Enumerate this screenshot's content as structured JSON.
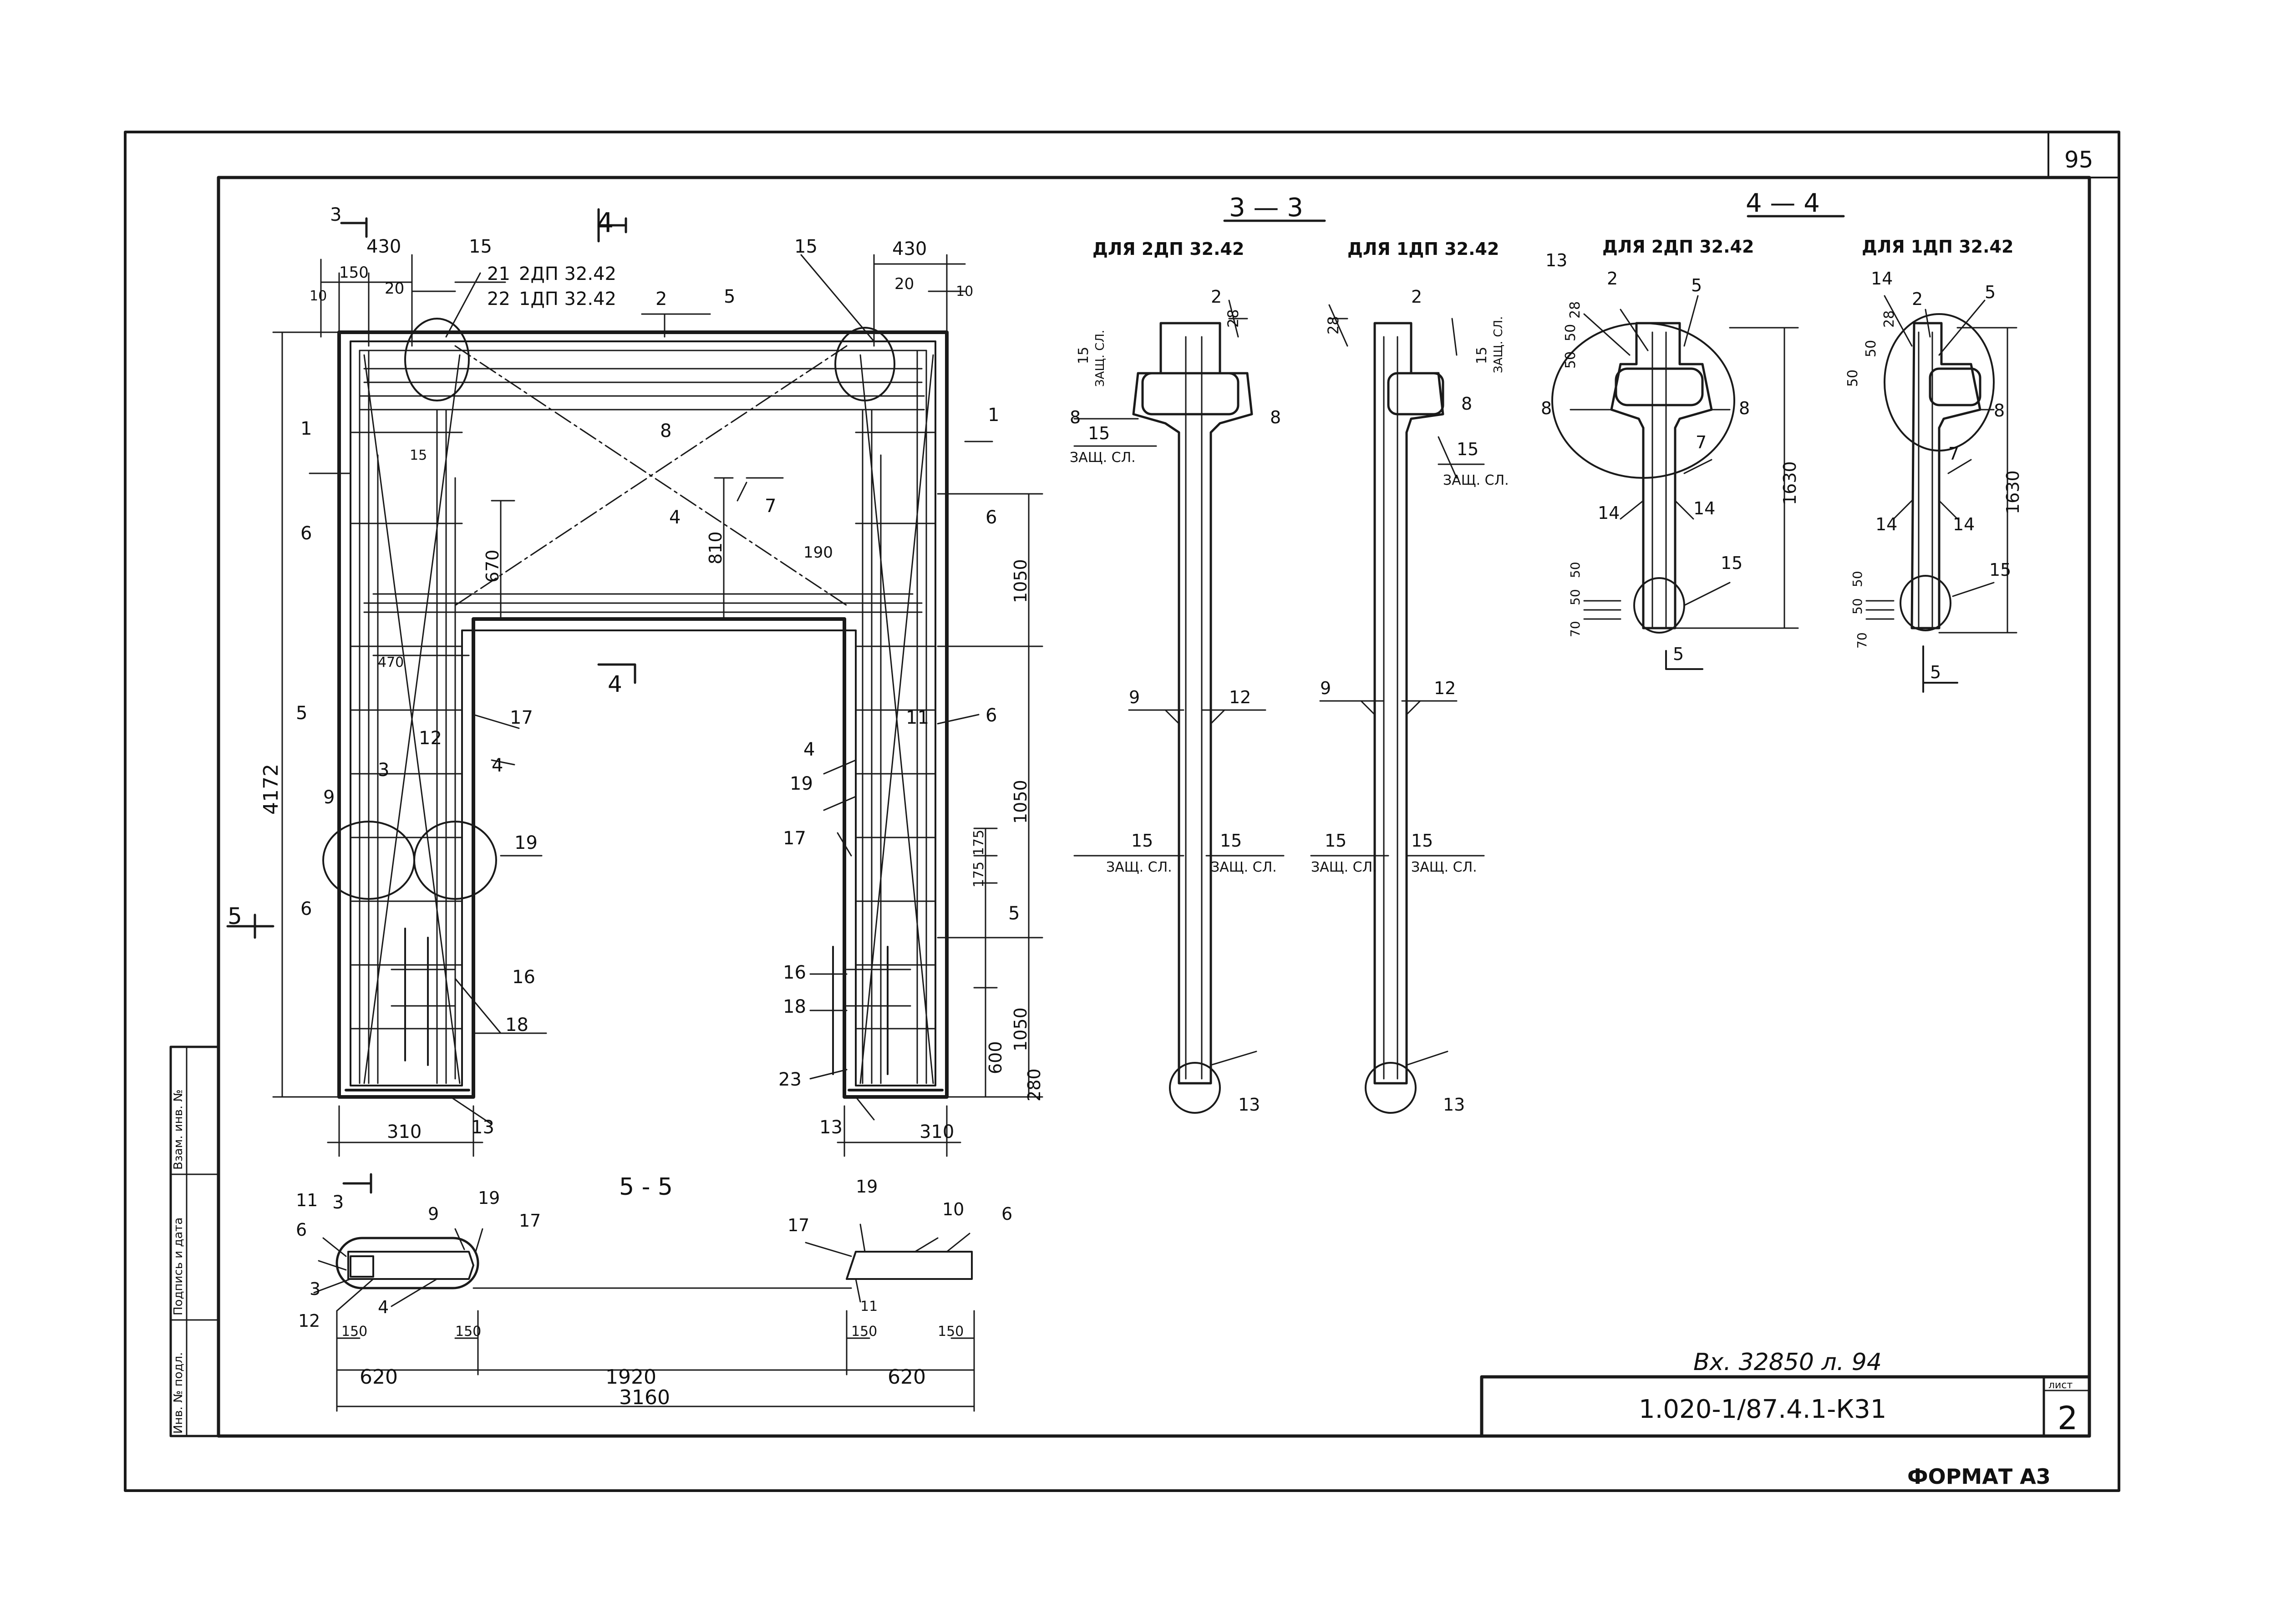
{
  "sheet": {
    "page_number": "95",
    "format_label": "ФОРМАТ А3",
    "document_code": "1.020-1/87.4.1-К31",
    "sheet_label": "лист",
    "sheet_number": "2",
    "handwritten_ref": "Вх. 32850 л. 94",
    "side_stamp": [
      "Инв. № подл.",
      "Подпись и дата",
      "Взам. инв. №"
    ]
  },
  "elevation": {
    "section_marks": {
      "s3": "3",
      "s4": "4",
      "s5": "5"
    },
    "dims": {
      "top_left_430": "430",
      "top_right_430": "430",
      "d150": "150",
      "d20_left": "20",
      "d20_right": "20",
      "d10_left": "10",
      "d10_right": "10",
      "total_height": "4172",
      "d670": "670",
      "d810": "810",
      "d190": "190",
      "d470": "470",
      "right_1050_top": "1050",
      "right_1050_mid": "1050",
      "right_1050_bot": "1050",
      "d175a": "175",
      "d175b": "175",
      "d600": "600",
      "d280": "280",
      "bottom_310_left": "310",
      "bottom_310_right": "310"
    },
    "callouts": {
      "c1l": "1",
      "c1r": "1",
      "c2": "2",
      "c3": "3",
      "c4a": "4",
      "c4b": "4",
      "c5": "5",
      "c5b": "5",
      "c6a": "6",
      "c6b": "6",
      "c6c": "6",
      "c6d": "6",
      "c7": "7",
      "c8": "8",
      "c9": "9",
      "c11": "11",
      "c12": "12",
      "c13l": "13",
      "c13r": "13",
      "c15l": "15",
      "c15r": "15",
      "c16l": "16",
      "c16r": "16",
      "c17a": "17",
      "c17b": "17",
      "c18l": "18",
      "c18r": "18",
      "c19a": "19",
      "c19b": "19",
      "c23": "23",
      "c5side": "5",
      "c15side": "15"
    },
    "legend_lines": [
      {
        "num": "21",
        "mark": "2ДП 32.42"
      },
      {
        "num": "22",
        "mark": "1ДП 32.42"
      }
    ]
  },
  "section_5_5": {
    "title": "5 - 5",
    "dims": {
      "d620l": "620",
      "d1920": "1920",
      "d620r": "620",
      "d3160": "3160",
      "d150a": "150",
      "d150b": "150",
      "d150c": "150",
      "d150d": "150"
    },
    "callouts": {
      "n11": "11",
      "n6l": "6",
      "n9": "9",
      "n19l": "19",
      "n17l": "17",
      "n3": "3",
      "n12": "12",
      "n4": "4",
      "n17r": "17",
      "n19r": "19",
      "n10": "10",
      "n6r": "6",
      "n11r": "11"
    }
  },
  "section_3_3": {
    "title": "3 — 3",
    "left_label": "ДЛЯ 2ДП 32.42",
    "right_label": "ДЛЯ 1ДП 32.42",
    "zashch": "ЗАЩ. СЛ.",
    "nums": {
      "n2a": "2",
      "n2b": "2",
      "n28a": "28",
      "n28b": "28",
      "n15a": "15",
      "n15b": "15",
      "n15c": "15",
      "n15d": "15",
      "n15e": "15",
      "n15f": "15",
      "n15g": "15",
      "n15h": "15",
      "n8a": "8",
      "n8b": "8",
      "n8c": "8",
      "n9a": "9",
      "n9b": "9",
      "n12a": "12",
      "n12b": "12",
      "n13a": "13",
      "n13b": "13"
    }
  },
  "section_4_4": {
    "title": "4 — 4",
    "left_label": "ДЛЯ 2ДП 32.42",
    "right_label": "ДЛЯ 1ДП 32.42",
    "nums": {
      "n13": "13",
      "n2a": "2",
      "n5a": "5",
      "n28a": "28",
      "n50a": "50",
      "n50b": "50",
      "n8a": "8",
      "n8b": "8",
      "n7a": "7",
      "n14a": "14",
      "n14b": "14",
      "n1630a": "1630",
      "n15a": "15",
      "n50c": "50",
      "n50d": "50",
      "n70a": "70",
      "n5b": "5",
      "n14c": "14",
      "n2b": "2",
      "n5c": "5",
      "n28b": "28",
      "n50e": "50",
      "n50f": "50",
      "n8c": "8",
      "n7b": "7",
      "n14d": "14",
      "n14e": "14",
      "n1630b": "1630",
      "n15b": "15",
      "n50g": "50",
      "n50h": "50",
      "n70b": "70",
      "n5d": "5"
    }
  }
}
